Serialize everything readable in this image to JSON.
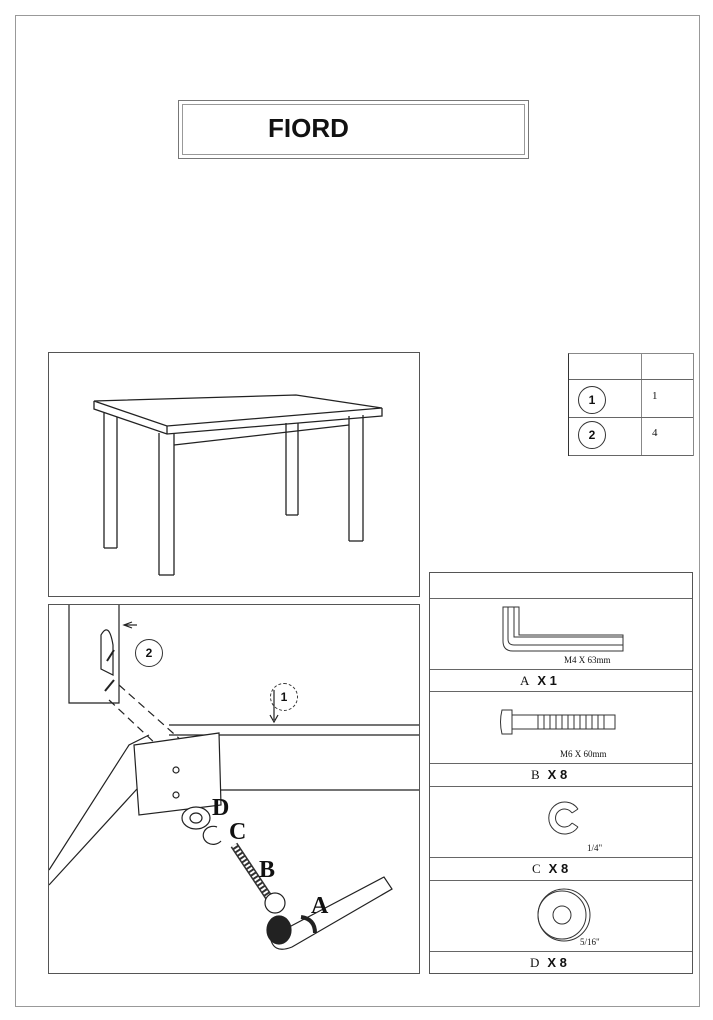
{
  "title": "FIORD",
  "parts_table": {
    "rows": [
      {
        "part": "1",
        "qty": "1"
      },
      {
        "part": "2",
        "qty": "4"
      }
    ]
  },
  "assembly": {
    "callouts": [
      "2",
      "1"
    ],
    "letters": [
      "D",
      "C",
      "B",
      "A"
    ]
  },
  "hardware": [
    {
      "letter": "A",
      "qty": "X 1",
      "spec": "M4 X 63mm",
      "icon": "allen-key-icon"
    },
    {
      "letter": "B",
      "qty": "X 8",
      "spec": "M6 X 60mm",
      "icon": "bolt-icon"
    },
    {
      "letter": "C",
      "qty": "X 8",
      "spec": "1/4\"",
      "icon": "spring-washer-icon"
    },
    {
      "letter": "D",
      "qty": "X 8",
      "spec": "5/16\"",
      "icon": "flat-washer-icon"
    }
  ]
}
